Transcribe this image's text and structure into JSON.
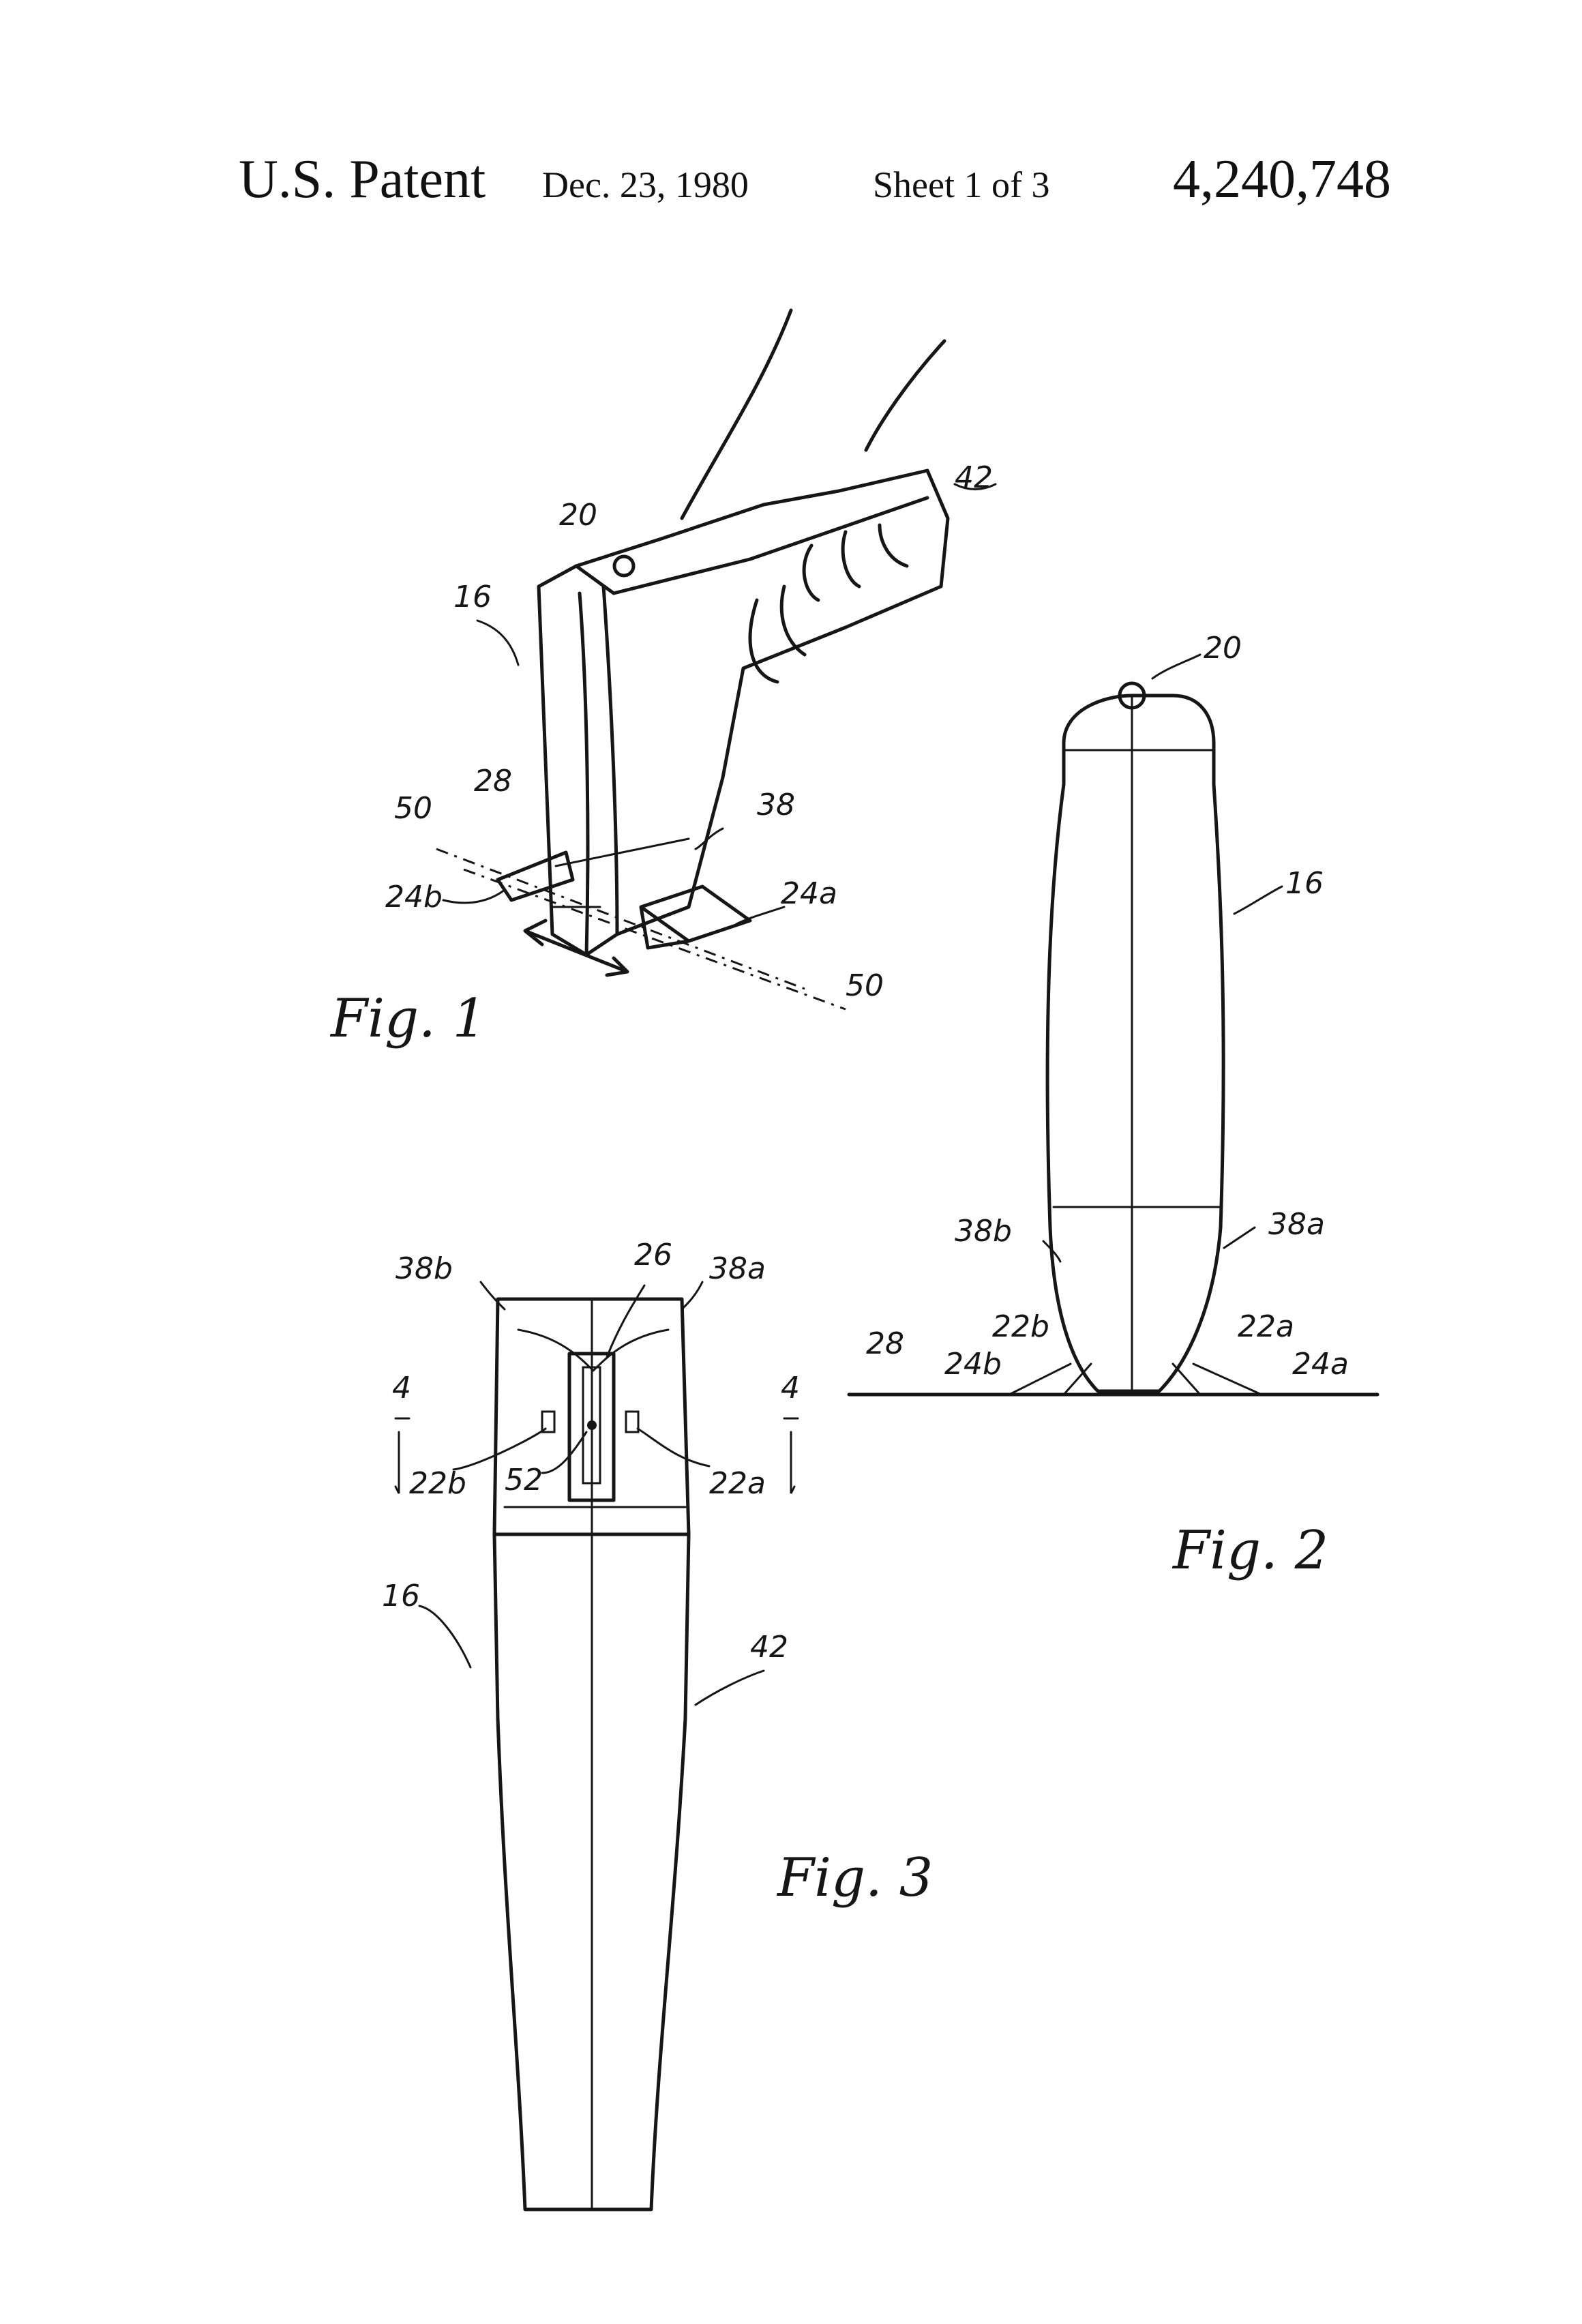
{
  "header": {
    "kind": "U.S. Patent",
    "date": "Dec. 23, 1980",
    "sheet": "Sheet 1 of 3",
    "number": "4,240,748"
  },
  "figures": {
    "fig1": {
      "caption": "Fig. 1",
      "labels": {
        "l20": "20",
        "l42": "42",
        "l16": "16",
        "l28": "28",
        "l50a": "50",
        "l38": "38",
        "l24b": "24b",
        "l24a": "24a",
        "l50b": "50"
      }
    },
    "fig2": {
      "caption": "Fig. 2",
      "labels": {
        "l20": "20",
        "l16": "16",
        "l38b": "38b",
        "l38a": "38a",
        "l28": "28",
        "l22b": "22b",
        "l22a": "22a",
        "l24b": "24b",
        "l24a": "24a"
      }
    },
    "fig3": {
      "caption": "Fig. 3",
      "labels": {
        "l26": "26",
        "l38b": "38b",
        "l38a": "38a",
        "l4a": "4",
        "l4b": "4",
        "l22b": "22b",
        "l52": "52",
        "l22a": "22a",
        "l16": "16",
        "l42": "42"
      }
    }
  }
}
